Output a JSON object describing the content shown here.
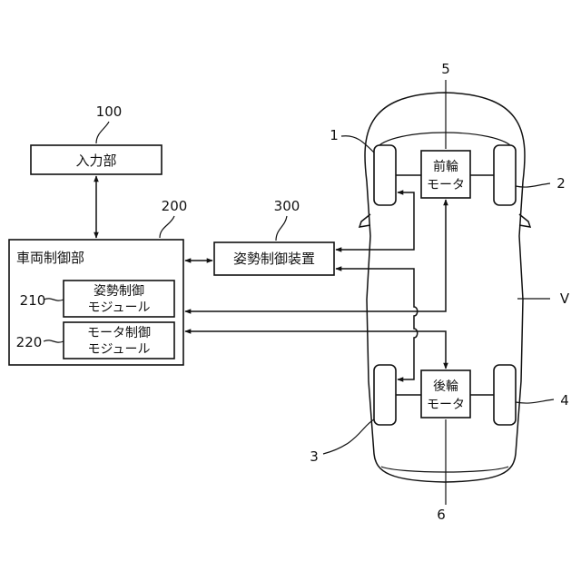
{
  "refs": {
    "input": "100",
    "vehicle_control": "200",
    "posture_device": "300",
    "posture_module": "210",
    "motor_module": "220",
    "front_left_wheel": "1",
    "front_right_wheel": "2",
    "rear_left_wheel": "3",
    "rear_right_wheel": "4",
    "front_motor": "5",
    "rear_motor": "6",
    "vehicle": "V"
  },
  "blocks": {
    "input": "入力部",
    "vehicle_control": "車両制御部",
    "posture_device": "姿勢制御装置",
    "posture_module_line1": "姿勢制御",
    "posture_module_line2": "モジュール",
    "motor_module_line1": "モータ制御",
    "motor_module_line2": "モジュール",
    "front_motor_line1": "前輪",
    "front_motor_line2": "モータ",
    "rear_motor_line1": "後輪",
    "rear_motor_line2": "モータ"
  }
}
